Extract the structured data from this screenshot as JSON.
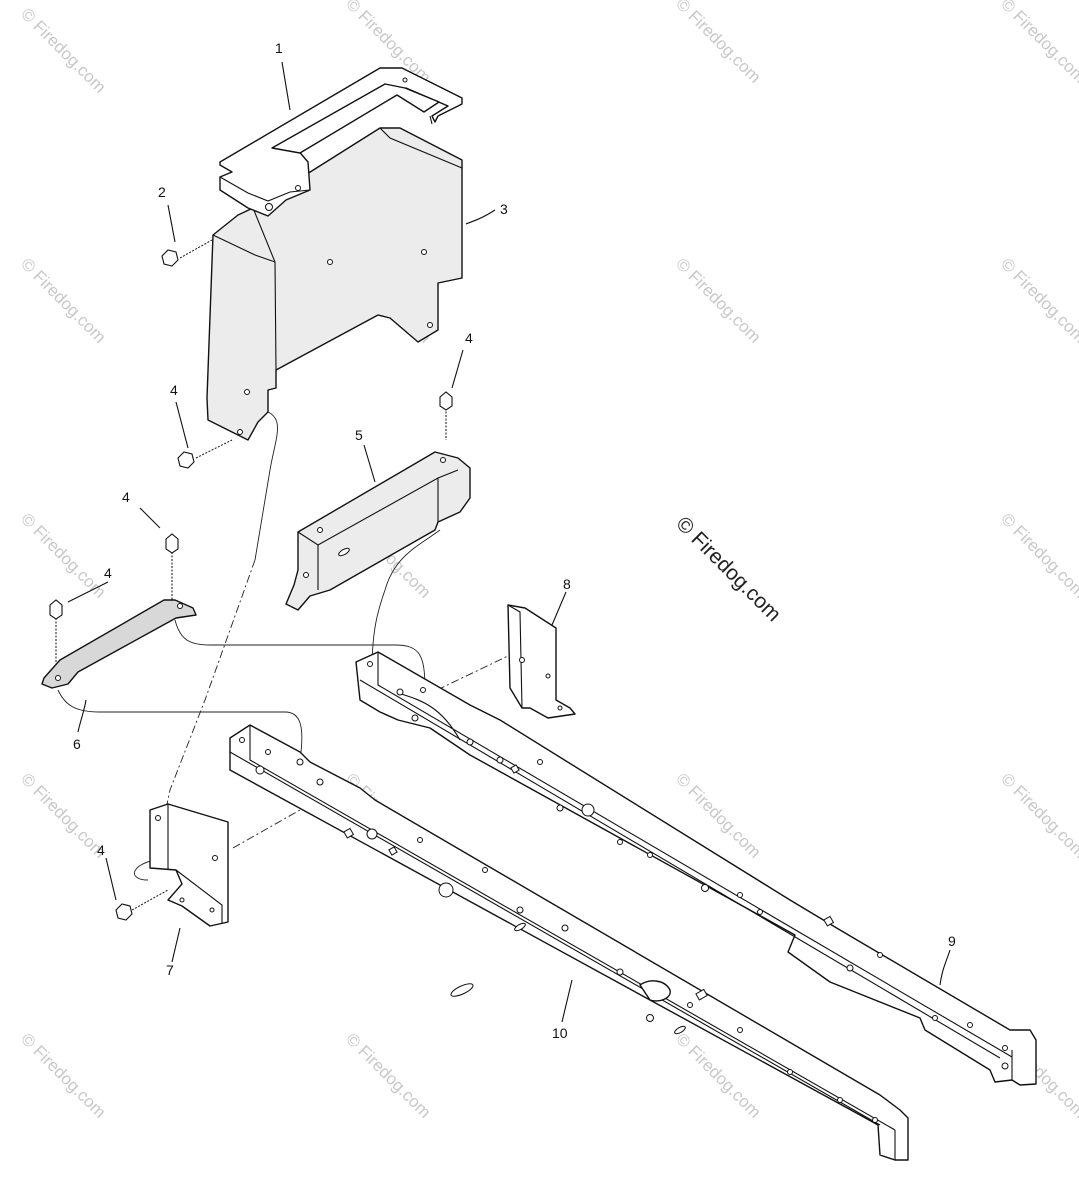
{
  "watermark": {
    "text": "© Firedog.com",
    "center_text": "© Firedog.com"
  },
  "callouts": [
    {
      "id": "1",
      "label": "1"
    },
    {
      "id": "2",
      "label": "2"
    },
    {
      "id": "3",
      "label": "3"
    },
    {
      "id": "4a",
      "label": "4"
    },
    {
      "id": "4b",
      "label": "4"
    },
    {
      "id": "4c",
      "label": "4"
    },
    {
      "id": "4d",
      "label": "4"
    },
    {
      "id": "4e",
      "label": "4"
    },
    {
      "id": "5",
      "label": "5"
    },
    {
      "id": "6",
      "label": "6"
    },
    {
      "id": "7",
      "label": "7"
    },
    {
      "id": "8",
      "label": "8"
    },
    {
      "id": "9",
      "label": "9"
    },
    {
      "id": "10",
      "label": "10"
    }
  ]
}
